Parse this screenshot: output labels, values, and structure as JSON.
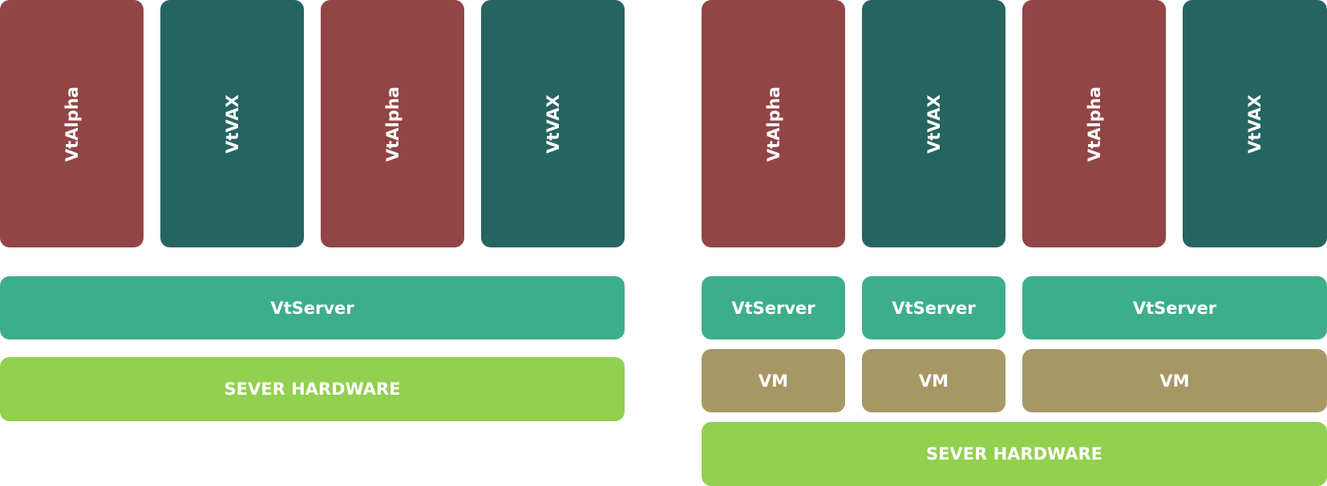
{
  "colors": {
    "vtalpha": "#924545",
    "vtvax": "#266461",
    "vtserver": "#3dae8b",
    "vm": "#a69764",
    "hardware": "#92d050"
  },
  "left_stack": {
    "emulators": [
      {
        "label": "VtAlpha",
        "type": "vtalpha"
      },
      {
        "label": "VtVAX",
        "type": "vtvax"
      },
      {
        "label": "VtAlpha",
        "type": "vtalpha"
      },
      {
        "label": "VtVAX",
        "type": "vtvax"
      }
    ],
    "vtserver": {
      "label": "VtServer"
    },
    "hardware": {
      "label": "SEVER HARDWARE"
    }
  },
  "right_stack": {
    "emulators": [
      {
        "label": "VtAlpha",
        "type": "vtalpha"
      },
      {
        "label": "VtVAX",
        "type": "vtvax"
      },
      {
        "label": "VtAlpha",
        "type": "vtalpha"
      },
      {
        "label": "VtVAX",
        "type": "vtvax"
      }
    ],
    "vtservers": [
      {
        "label": "VtServer"
      },
      {
        "label": "VtServer"
      },
      {
        "label": "VtServer"
      }
    ],
    "vms": [
      {
        "label": "VM"
      },
      {
        "label": "VM"
      },
      {
        "label": "VM"
      }
    ],
    "hardware": {
      "label": "SEVER HARDWARE"
    }
  }
}
